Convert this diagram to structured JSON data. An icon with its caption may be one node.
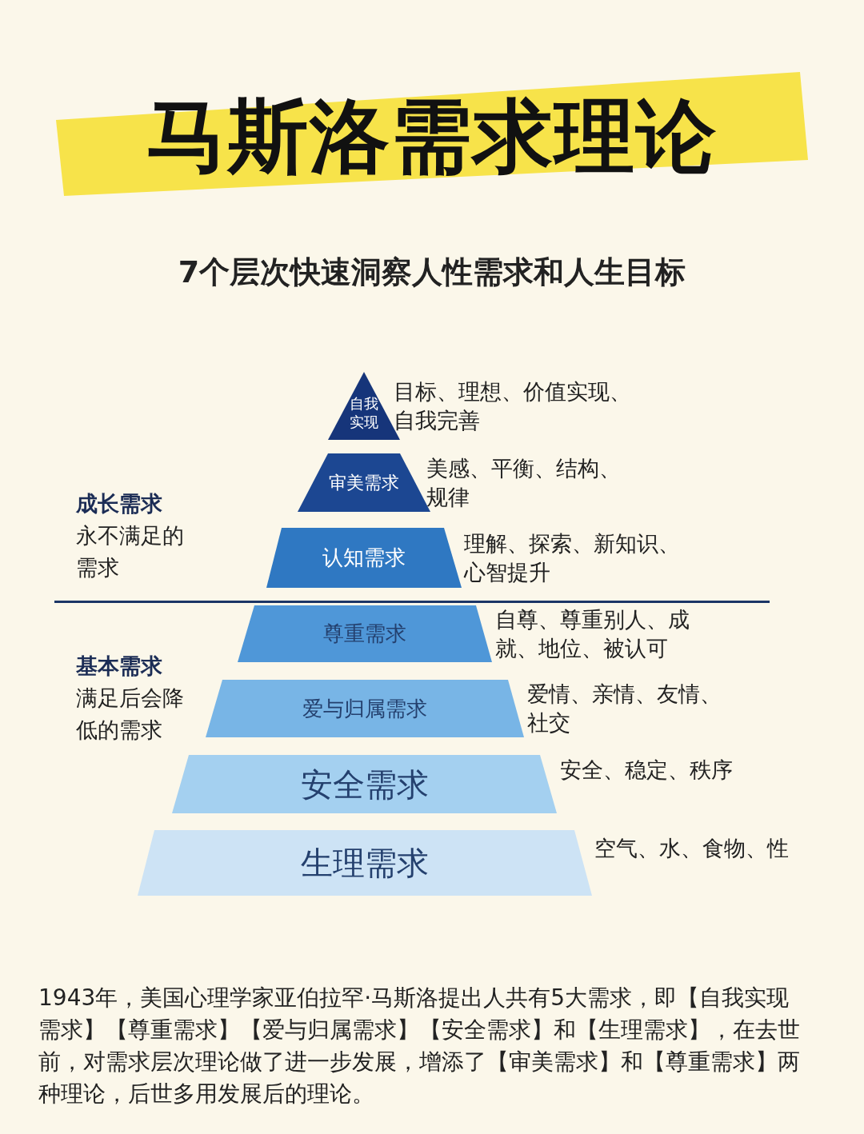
{
  "diagram": {
    "title": "马斯洛需求理论",
    "caption": "1943年，美国心理学家亚伯拉罕·马斯洛提出人共有5大需求，即【自我实现需求】【尊重需求】【爱与归属需求】【安全需求】和【生理需求】，在去世前，对需求层次理论做了进一步发展，增添了【审美需求】和【尊重需求】两种理论，后世多用发展后的理论。",
    "nodes": [
      {
        "text": [
          "自我实现"
        ],
        "beside": [
          "目标、理想、价值实现、自我完善"
        ]
      },
      {
        "text": [
          "审美需求"
        ],
        "beside": [
          "美感、平衡、结构、规律"
        ]
      },
      {
        "text": [
          "认知需求"
        ],
        "beside": [
          "理解、探索、新知识、心智提升"
        ]
      },
      {
        "text": [
          "尊重需求"
        ],
        "beside": [
          "自尊、尊重别人、成就、地位、被认可"
        ]
      },
      {
        "text": [
          "爱与归属需求"
        ],
        "beside": [
          "爱情、亲情、友情、社交"
        ]
      },
      {
        "text": [
          "安全需求"
        ],
        "beside": [
          "安全、稳定、秩序"
        ]
      },
      {
        "text": [
          "生理需求"
        ],
        "beside": [
          "空气、水、食物、性"
        ]
      }
    ],
    "edges": [],
    "labels": [
      "7个层次快速洞察人性需求和人生目标",
      "成长需求",
      "永不满足的需求",
      "基本需求",
      "满足后会降低的需求"
    ]
  }
}
